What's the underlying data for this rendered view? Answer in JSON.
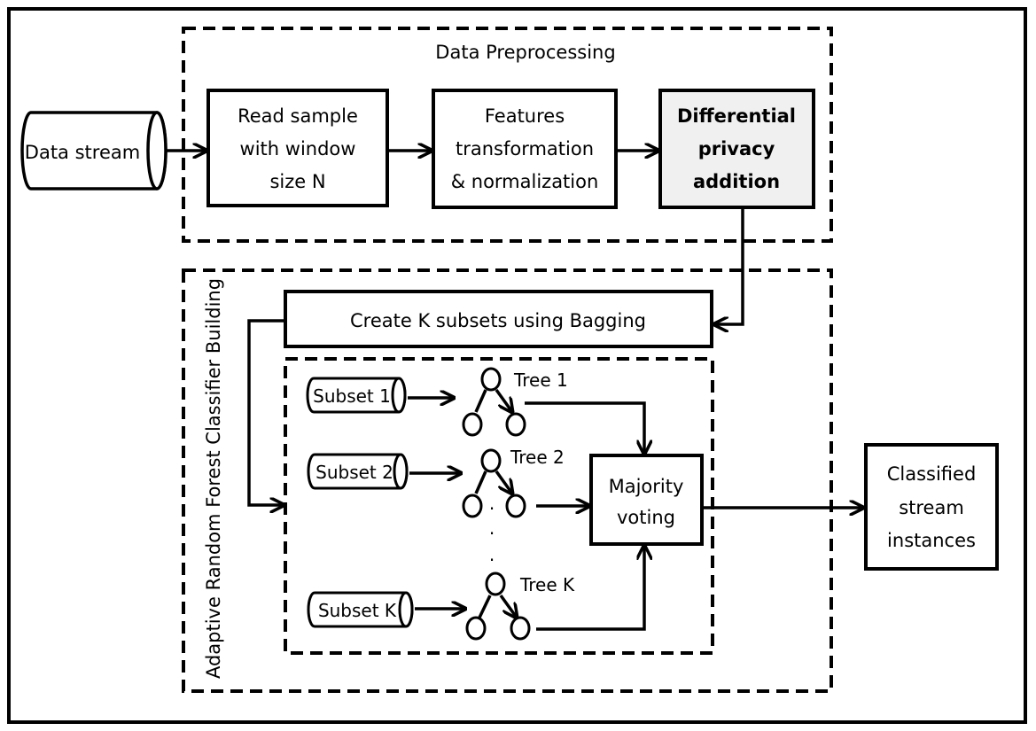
{
  "groups": {
    "preprocessing": "Data Preprocessing",
    "classifier": "Adaptive Random Forest Classifier Building"
  },
  "nodes": {
    "data_stream": "Data stream",
    "read_sample": [
      "Read sample",
      "with window",
      "size N"
    ],
    "features": [
      "Features",
      "transformation",
      "& normalization"
    ],
    "differential": [
      "Differential",
      "privacy",
      "addition"
    ],
    "create_subsets": "Create K subsets using Bagging",
    "subset1": "Subset 1",
    "subset2": "Subset 2",
    "subsetK": "Subset K",
    "tree1": "Tree 1",
    "tree2": "Tree 2",
    "treeK": "Tree K",
    "majority": [
      "Majority",
      "voting"
    ],
    "classified": [
      "Classified",
      "stream",
      "instances"
    ],
    "dots": ".",
    "differential_fill": "#f0f0f0"
  }
}
